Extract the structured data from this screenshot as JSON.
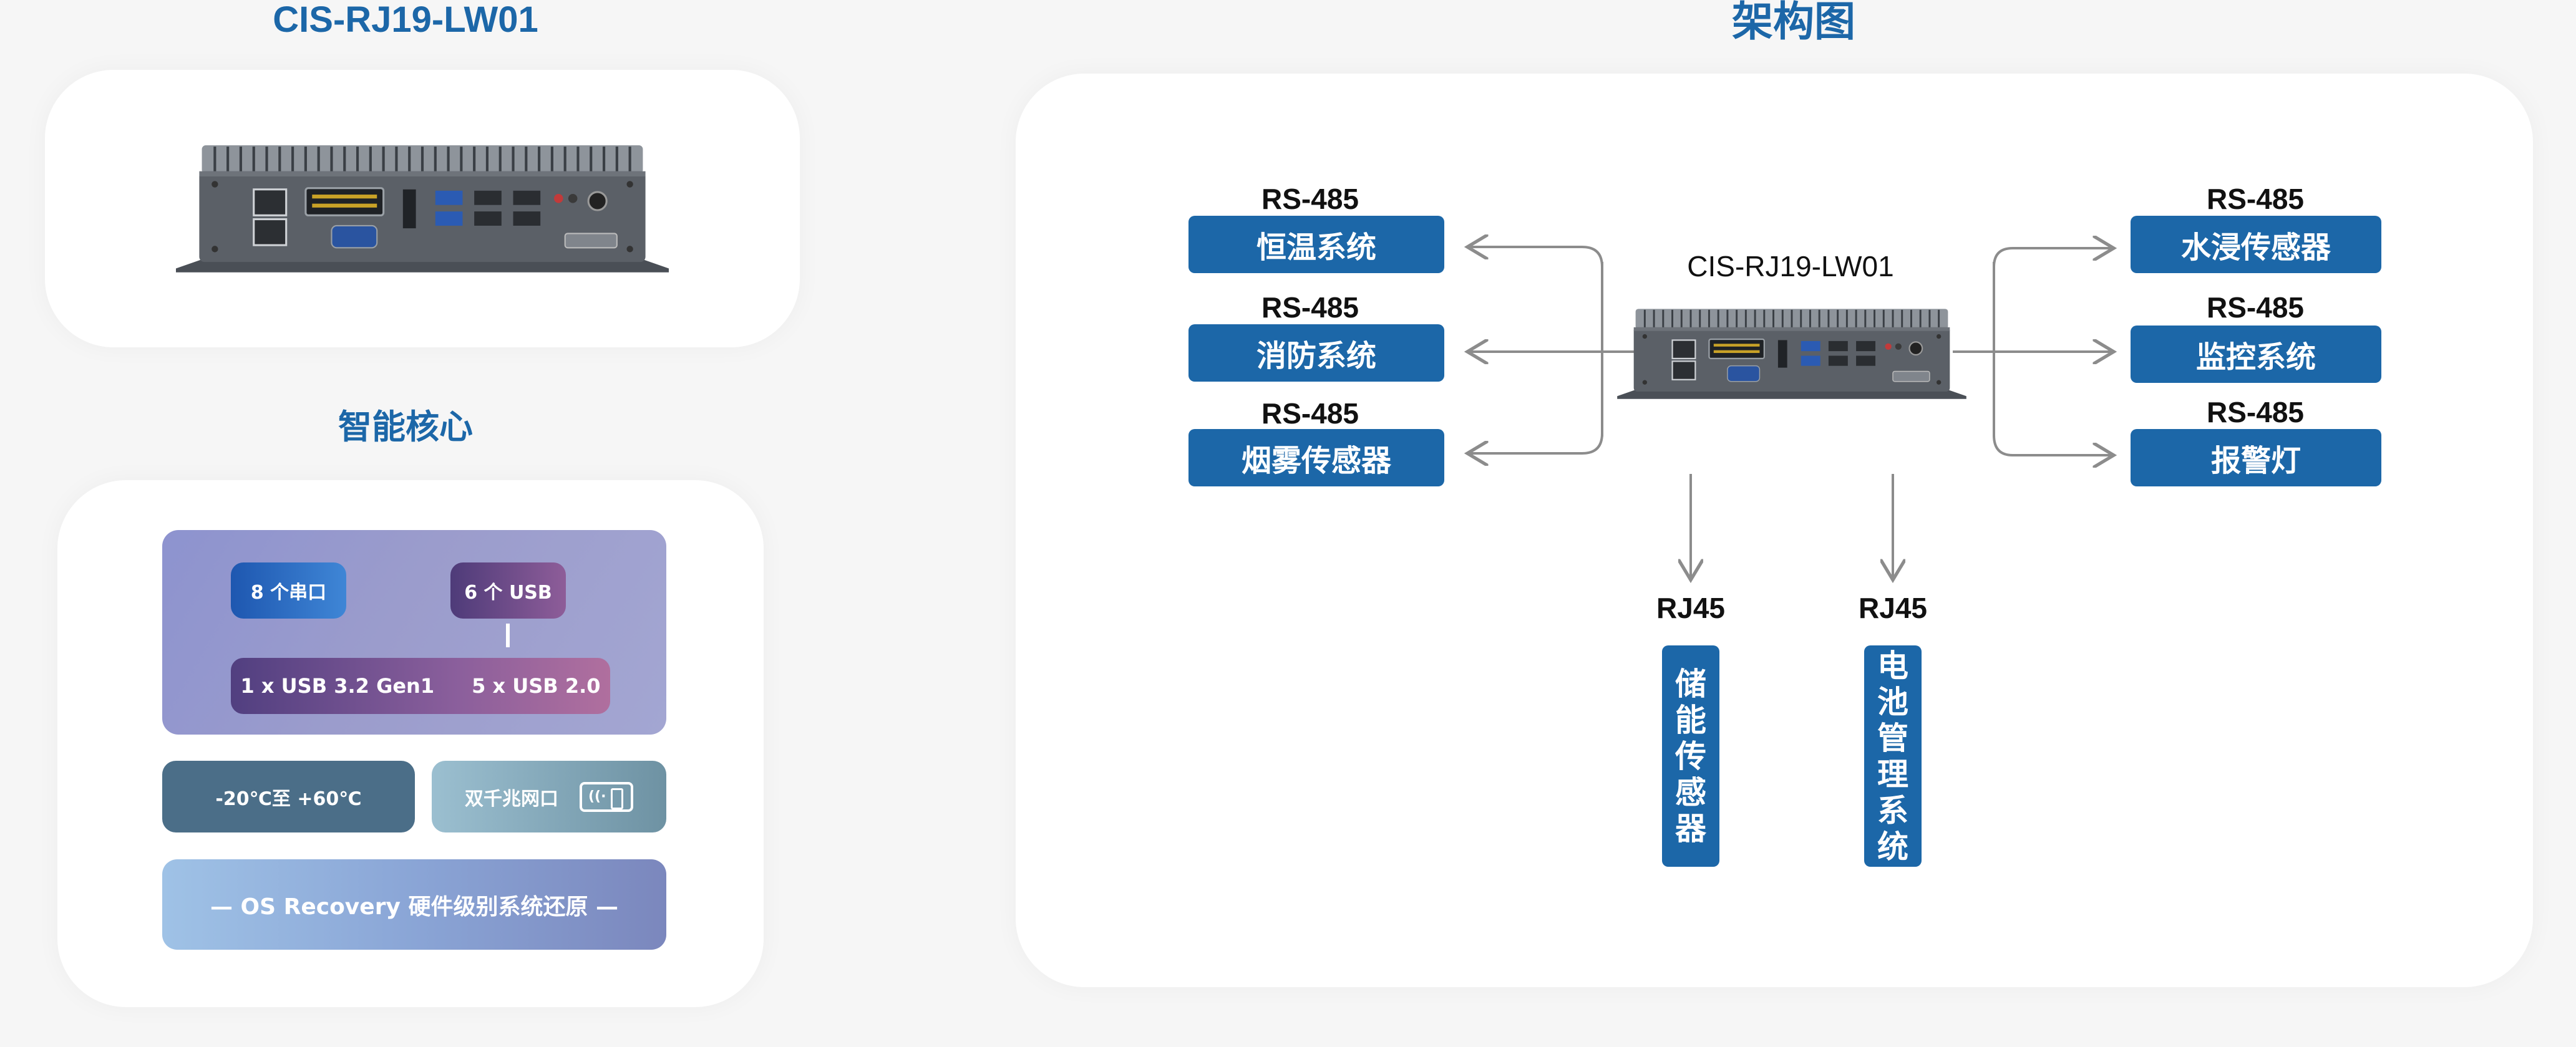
{
  "left": {
    "product_title": "CIS-RJ19-LW01",
    "section_title": "智能核心",
    "serial_ports": "8 个串口",
    "usb_ports": "6 个 USB",
    "usb32": "1 x USB 3.2 Gen1",
    "usb20": "5 x USB 2.0",
    "temperature": "-20℃至 +60℃",
    "lan": "双千兆网口",
    "recovery": "— OS Recovery 硬件级别系统还原 —"
  },
  "diagram": {
    "title": "架构图",
    "device_label": "CIS-RJ19-LW01",
    "left_nodes": [
      {
        "protocol": "RS-485",
        "label": "恒温系统"
      },
      {
        "protocol": "RS-485",
        "label": "消防系统"
      },
      {
        "protocol": "RS-485",
        "label": "烟雾传感器"
      }
    ],
    "right_nodes": [
      {
        "protocol": "RS-485",
        "label": "水浸传感器"
      },
      {
        "protocol": "RS-485",
        "label": "监控系统"
      },
      {
        "protocol": "RS-485",
        "label": "报警灯"
      }
    ],
    "bottom_nodes": [
      {
        "protocol": "RJ45",
        "label": [
          "储",
          "能",
          "传",
          "感",
          "器"
        ]
      },
      {
        "protocol": "RJ45",
        "label": [
          "电",
          "池",
          "管",
          "理",
          "系",
          "统"
        ]
      }
    ]
  },
  "colors": {
    "brand_blue": "#1c67a8",
    "arrow_gray": "#8c8c8c"
  }
}
